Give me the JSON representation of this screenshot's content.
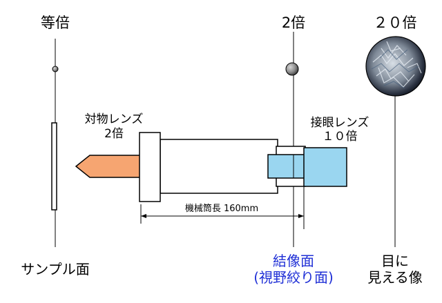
{
  "title": "顕微鏡の結像と倍率",
  "top_labels": {
    "sample": "等倍",
    "image_plane": "2倍",
    "eye": "２０倍"
  },
  "objective_label": {
    "line1": "対物レンズ",
    "line2": "2倍"
  },
  "eyepiece_label": {
    "line1": "接眼レンズ",
    "line2": "１０倍"
  },
  "tube_length_label": "機械筒長 160mm",
  "bottom_labels": {
    "sample": "サンプル面",
    "image_plane_line1": "結像面",
    "image_plane_line2": "(視野絞り面)",
    "eye_line1": "目に",
    "eye_line2": "見える像"
  },
  "colors": {
    "line": "#000000",
    "objective": "#f6a571",
    "eyepiece": "#9ad6f0",
    "highlight_text": "#1f2fd6",
    "text": "#000000"
  }
}
